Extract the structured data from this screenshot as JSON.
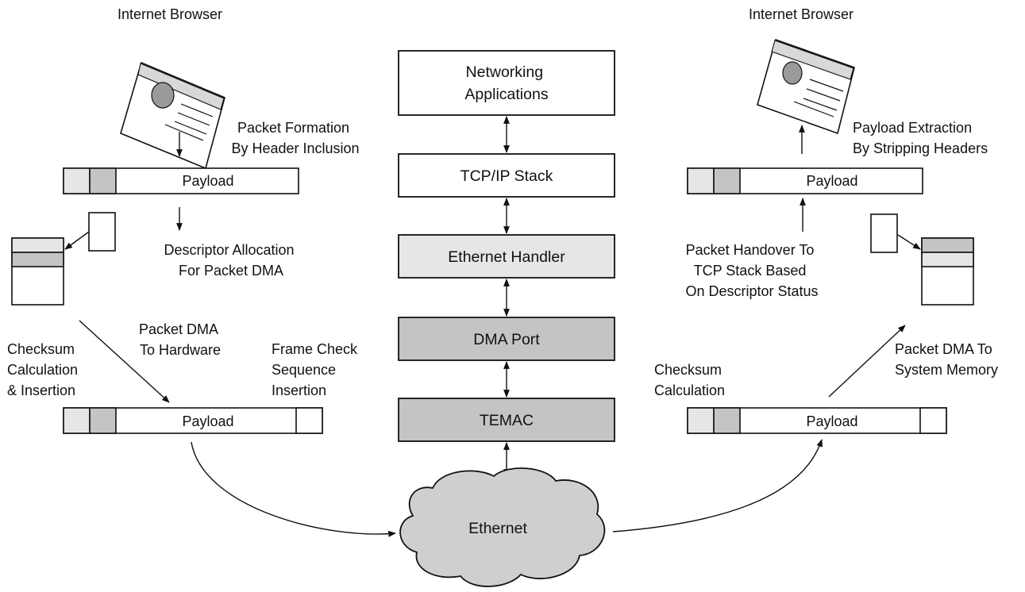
{
  "left": {
    "browser_label": "Internet Browser",
    "packet_formation": [
      "Packet Formation",
      "By Header Inclusion"
    ],
    "payload_top": "Payload",
    "descriptor_allocation": [
      "Descriptor Allocation",
      "For Packet DMA"
    ],
    "checksum": [
      "Checksum",
      "Calculation",
      "& Insertion"
    ],
    "packet_dma": [
      "Packet DMA",
      "To Hardware"
    ],
    "fcs": [
      "Frame Check",
      "Sequence",
      "Insertion"
    ],
    "payload_bottom": "Payload"
  },
  "center": {
    "networking_applications": [
      "Networking",
      "Applications"
    ],
    "tcp_ip_stack": "TCP/IP Stack",
    "ethernet_handler": "Ethernet Handler",
    "dma_port": "DMA Port",
    "temac": "TEMAC",
    "ethernet": "Ethernet"
  },
  "right": {
    "browser_label": "Internet Browser",
    "payload_extraction": [
      "Payload Extraction",
      "By Stripping Headers"
    ],
    "payload_top": "Payload",
    "packet_handover": [
      "Packet Handover To",
      "TCP Stack Based",
      "On Descriptor Status"
    ],
    "checksum": [
      "Checksum",
      "Calculation"
    ],
    "packet_dma": [
      "Packet DMA To",
      "System Memory"
    ],
    "payload_bottom": "Payload"
  },
  "colors": {
    "line": "#111111",
    "light_fill": "#e6e6e6",
    "mid_fill": "#c4c4c4",
    "cloud_fill": "#cfcfcf"
  }
}
